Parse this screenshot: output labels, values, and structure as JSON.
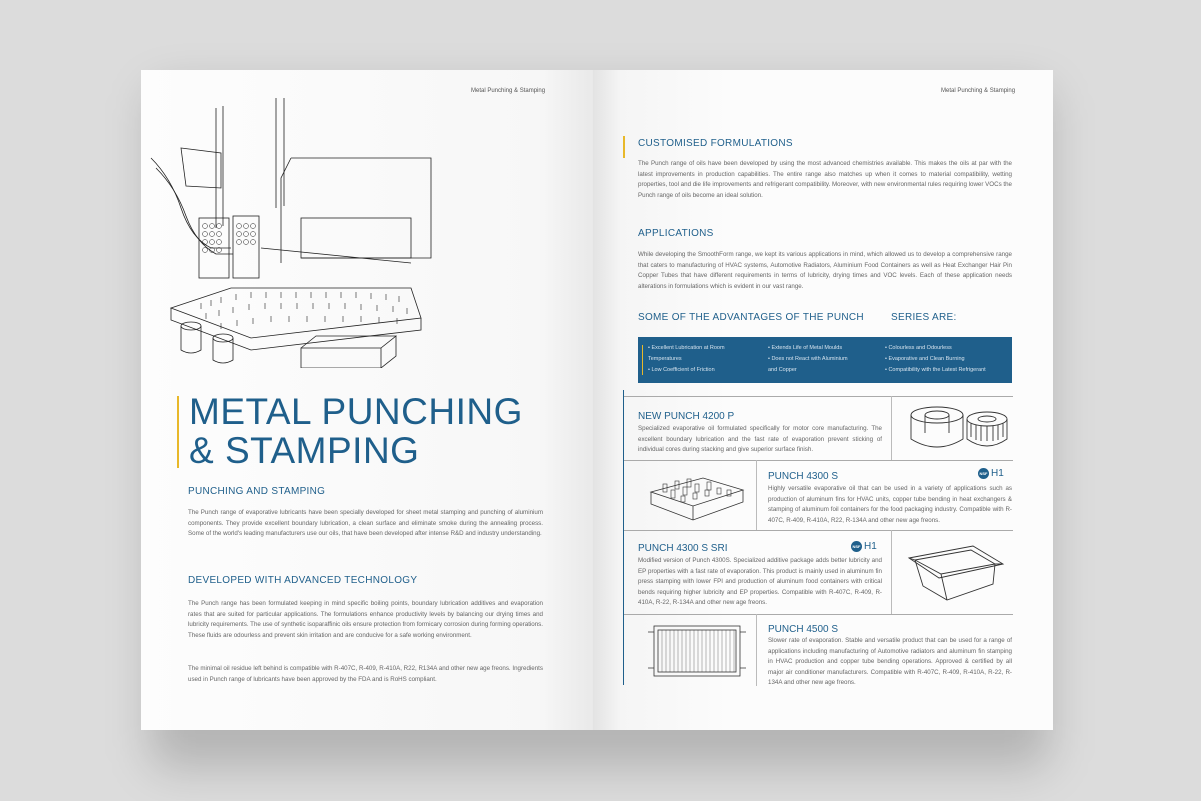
{
  "left_page": {
    "running_head": "Metal Punching & Stamping",
    "title_line1": "METAL PUNCHING",
    "title_line2": "& STAMPING",
    "section1": {
      "heading": "PUNCHING AND STAMPING",
      "body": "The Punch range of evaporative lubricants have been specially developed for sheet metal stamping and punching of aluminium components. They provide excellent boundary lubrication, a clean surface and eliminate smoke during the annealing process. Some of the world's leading manufacturers use our oils, that have been developed after intense R&D and industry understanding."
    },
    "section2": {
      "heading": "DEVELOPED WITH ADVANCED TECHNOLOGY",
      "body1": "The Punch range has been formulated keeping in mind specific boiling points, boundary lubrication additives and evaporation rates that are suited for particular applications. The formulations enhance productivity levels by balancing our drying times and lubricity requirements. The use of synthetic isoparaffinic oils ensure protection from formicary corrosion during forming operations. These fluids are odourless and prevent skin irritation and are conducive for a safe working environment.",
      "body2": "The minimal oil residue left behind is compatible with R-407C, R-409, R-410A, R22, R134A and other new age freons. Ingredients used in Punch range of lubricants have been approved by the FDA and is RoHS compliant."
    }
  },
  "right_page": {
    "running_head": "Metal Punching & Stamping",
    "customised": {
      "heading": "CUSTOMISED FORMULATIONS",
      "body": "The Punch range of oils have been developed by using the most advanced chemistries available. This makes the oils at par with the latest improvements in production capabilities. The entire range also matches up when it comes to material compatibility, wetting properties, tool and die life improvements and refrigerant compatibility. Moreover, with new environmental rules requiring lower VOCs the Punch range of oils become an ideal solution."
    },
    "applications": {
      "heading": "APPLICATIONS",
      "body": "While developing the SmoothForm range, we kept its various applications in mind, which allowed us to develop a comprehensive range that caters to manufacturing of HVAC systems, Automotive Radiators, Aluminium Food Containers as well as Heat Exchanger Hair Pin Copper Tubes that have different requirements in terms of lubricity, drying times and VOC levels. Each of these application needs alterations in formulations which is evident in our vast range."
    },
    "advantages": {
      "heading": "SOME OF THE ADVANTAGES OF THE PUNCH",
      "heading_tail": "SERIES ARE:",
      "col1": [
        "• Excellent Lubrication at Room",
        "  Temperatures",
        "• Low Coefficient of Friction"
      ],
      "col2": [
        "• Extends Life of Metal Moulds",
        "• Does not React with Aluminium",
        "  and Copper"
      ],
      "col3": [
        "• Colourless and Odourless",
        "• Evaporative and Clean Burning",
        "• Compatibility with the Latest Refrigerant"
      ]
    },
    "products": [
      {
        "name": "NEW PUNCH 4200 P",
        "body": "Specialized evaporative oil formulated specifically for motor core manufacturing. The excellent boundary lubrication and the fast rate of evaporation prevent sticking of individual cores during stacking and give superior surface finish."
      },
      {
        "name": "PUNCH 4300 S",
        "badge": "NSF",
        "rating": "H1",
        "body": "Highly versatile evaporative oil that can be used in a variety of applications such as production of aluminum fins for HVAC units, copper tube bending in heat exchangers & stamping of aluminum foil containers for the food packaging industry. Compatible with R-407C, R-409, R-410A, R22, R-134A and other new age freons."
      },
      {
        "name": "PUNCH 4300 S SRI",
        "badge": "NSF",
        "rating": "H1",
        "body": "Modified version of Punch 4300S. Specialized additive package adds better lubricity and EP properties with a fast rate of evaporation. This product is mainly used in aluminum fin press stamping with lower FPI and production of aluminum food containers with critical bends requiring higher lubricity and EP properties. Compatible with R-407C, R-409, R-410A, R-22, R-134A and other new age freons."
      },
      {
        "name": "PUNCH 4500 S",
        "body": "Slower rate of evaporation. Stable and versatile product that can be used for a range of applications including manufacturing of Automotive radiators and aluminum fin stamping in HVAC production and copper tube bending operations. Approved & certified by all major air conditioner manufacturers. Compatible with R-407C, R-409, R-410A, R-22, R-134A and other new age freons."
      }
    ]
  },
  "colors": {
    "accent_blue": "#1f5f8b",
    "accent_yellow": "#e8b82a"
  }
}
